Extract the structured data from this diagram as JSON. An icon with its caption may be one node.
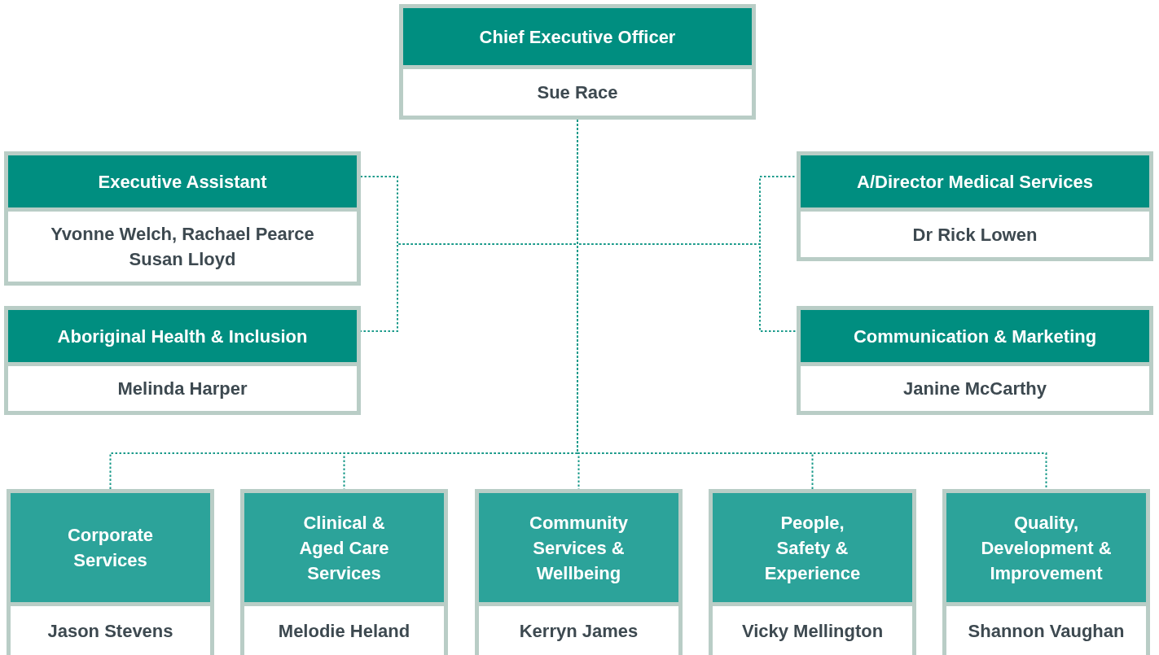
{
  "diagram": {
    "nodes": [
      {
        "text": [
          "Chief Executive Officer",
          "Sue Race"
        ]
      },
      {
        "text": [
          "Executive Assistant",
          "Yvonne Welch, Rachael Pearce Susan Lloyd"
        ]
      },
      {
        "text": [
          "Aboriginal Health & Inclusion",
          "Melinda Harper"
        ]
      },
      {
        "text": [
          "A/Director Medical Services",
          "Dr Rick Lowen"
        ]
      },
      {
        "text": [
          "Communication & Marketing",
          "Janine McCarthy"
        ]
      },
      {
        "text": [
          "Corporate Services",
          "Jason Stevens"
        ]
      },
      {
        "text": [
          "Clinical & Aged Care Services",
          "Melodie Heland"
        ]
      },
      {
        "text": [
          "Community Services & Wellbeing",
          "Kerryn James"
        ]
      },
      {
        "text": [
          "People, Safety & Experience",
          "Vicky Mellington"
        ]
      },
      {
        "text": [
          "Quality, Development & Improvement",
          "Shannon Vaughan"
        ]
      }
    ],
    "edges": [
      {
        "from": 0,
        "to": 1,
        "arrow": "none",
        "style": "dashed"
      },
      {
        "from": 0,
        "to": 2,
        "arrow": "none",
        "style": "dashed"
      },
      {
        "from": 0,
        "to": 3,
        "arrow": "none",
        "style": "dashed"
      },
      {
        "from": 0,
        "to": 4,
        "arrow": "none",
        "style": "dashed"
      },
      {
        "from": 0,
        "to": 5,
        "arrow": "none",
        "style": "dashed"
      },
      {
        "from": 0,
        "to": 6,
        "arrow": "none",
        "style": "dashed"
      },
      {
        "from": 0,
        "to": 7,
        "arrow": "none",
        "style": "dashed"
      },
      {
        "from": 0,
        "to": 8,
        "arrow": "none",
        "style": "dashed"
      },
      {
        "from": 0,
        "to": 9,
        "arrow": "none",
        "style": "dashed"
      }
    ]
  }
}
